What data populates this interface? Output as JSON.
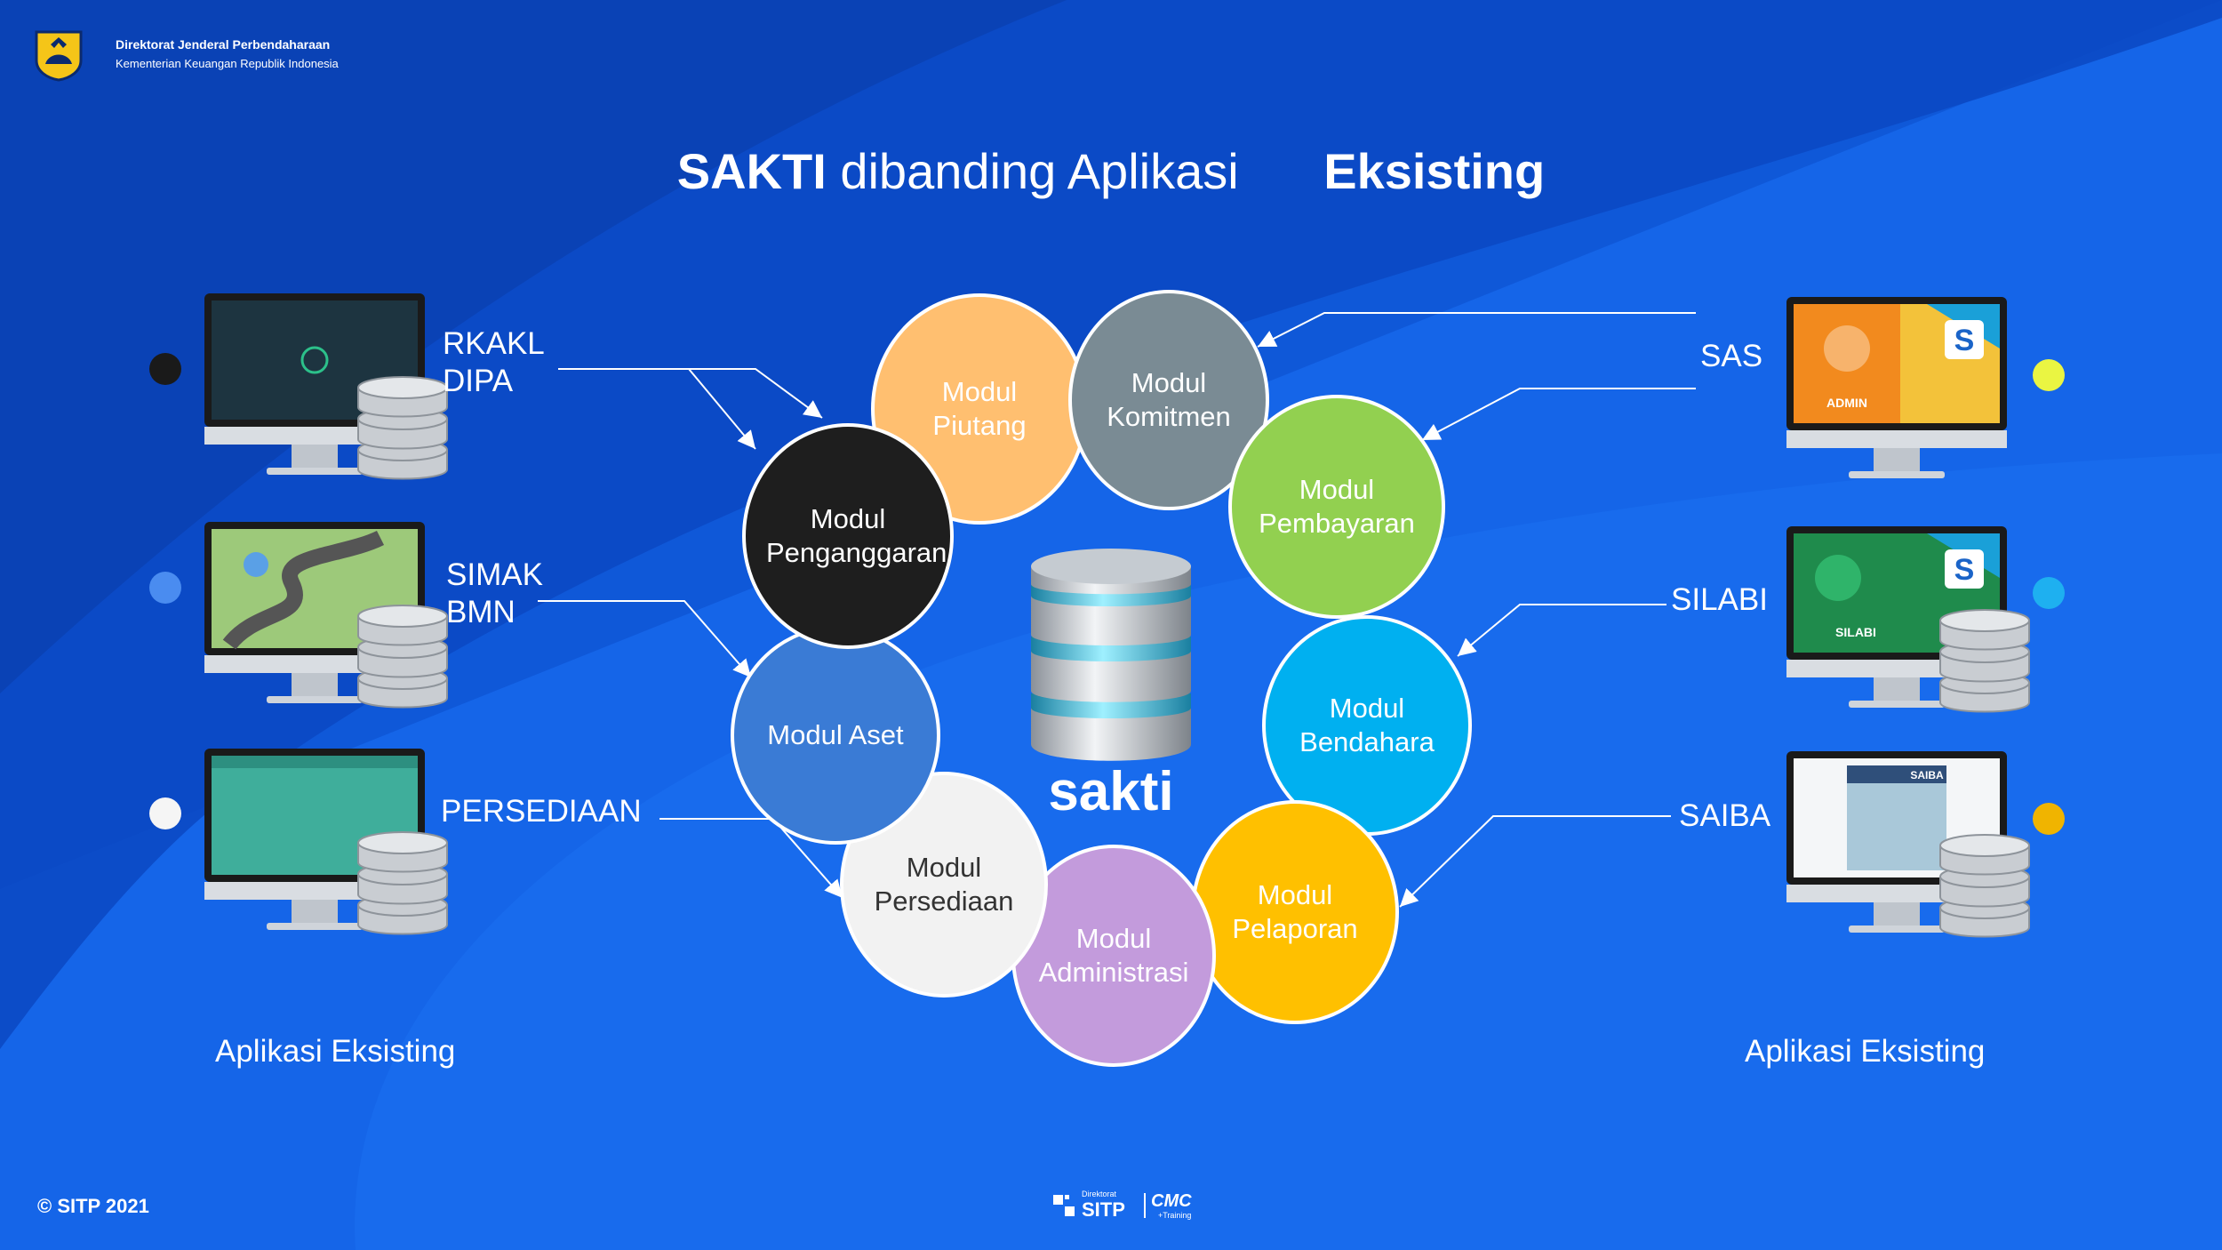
{
  "header": {
    "org": "Direktorat Jenderal Perbendaharaan",
    "ministry": "Kementerian Keuangan Republik Indonesia"
  },
  "title": {
    "part1": "SAKTI",
    "part2": "dibanding Aplikasi",
    "part3": "Eksisting"
  },
  "left_apps": [
    {
      "line1": "RKAKL",
      "line2": "DIPA"
    },
    {
      "line1": "SIMAK",
      "line2": "BMN"
    },
    {
      "line1": "PERSEDIAAN",
      "line2": ""
    }
  ],
  "right_apps": [
    "SAS",
    "SILABI",
    "SAIBA"
  ],
  "left_caption": "Aplikasi Eksisting",
  "right_caption": "Aplikasi Eksisting",
  "modules": [
    {
      "text": "Modul Piutang",
      "color": "#ffbf70"
    },
    {
      "text": "Modul Komitmen",
      "color": "#7a8b94"
    },
    {
      "text": "Modul Pembayaran",
      "color": "#92d050"
    },
    {
      "text": "Modul Bendahara",
      "color": "#00b0f0"
    },
    {
      "text": "Modul Pelaporan",
      "color": "#ffc000"
    },
    {
      "text": "Modul Administrasi",
      "color": "#c39bdc"
    },
    {
      "text": "Modul Persediaan",
      "color": "#f2f2f2"
    },
    {
      "text": "Modul Aset",
      "color": "#3a7bd5"
    },
    {
      "text": "Modul Penganggaran",
      "color": "#1e1e1e"
    }
  ],
  "center_label": "sakti",
  "screens": {
    "sas_banner": "ADMIN",
    "silabi_banner": "SILABI",
    "saiba_banner": "SAIBA",
    "s_letter": "S"
  },
  "dots_left": [
    "#1a1a1a",
    "#4a8cf0",
    "#f5f5f5"
  ],
  "dots_right": [
    "#eaf542",
    "#1eb0f0",
    "#f0b400"
  ],
  "footer": {
    "copyright": "© SITP 2021",
    "logo_small": "Direktorat",
    "logo_main": "SITP",
    "logo_cmc": "CMC",
    "logo_training": "+Training"
  }
}
